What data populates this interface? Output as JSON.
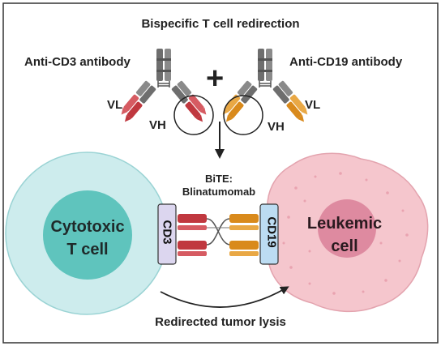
{
  "title": "Bispecific T cell redirection",
  "anti_cd3_label": "Anti-CD3 antibody",
  "anti_cd19_label": "Anti-CD19 antibody",
  "plus_sign": "+",
  "left_vl": "VL",
  "left_vh": "VH",
  "right_vl": "VL",
  "right_vh": "VH",
  "bite_line1": "BiTE:",
  "bite_line2": "Blinatumomab",
  "tcell_line1": "Cytotoxic",
  "tcell_line2": "T cell",
  "leukemic_line1": "Leukemic",
  "leukemic_line2": "cell",
  "cd3_label": "CD3",
  "cd19_label": "CD19",
  "caption": "Redirected tumor lysis",
  "colors": {
    "antibody_grey": "#707070",
    "anti_cd3_variable": "#c0383f",
    "anti_cd19_variable": "#d98a1c",
    "tcell_outer": "#cdeced",
    "tcell_inner": "#5fc4bd",
    "leukemic_outer": "#f5c6cd",
    "leukemic_inner": "#de8aa0",
    "cd3_box": "#dcd6ef",
    "cd19_box": "#bcdcf2"
  }
}
